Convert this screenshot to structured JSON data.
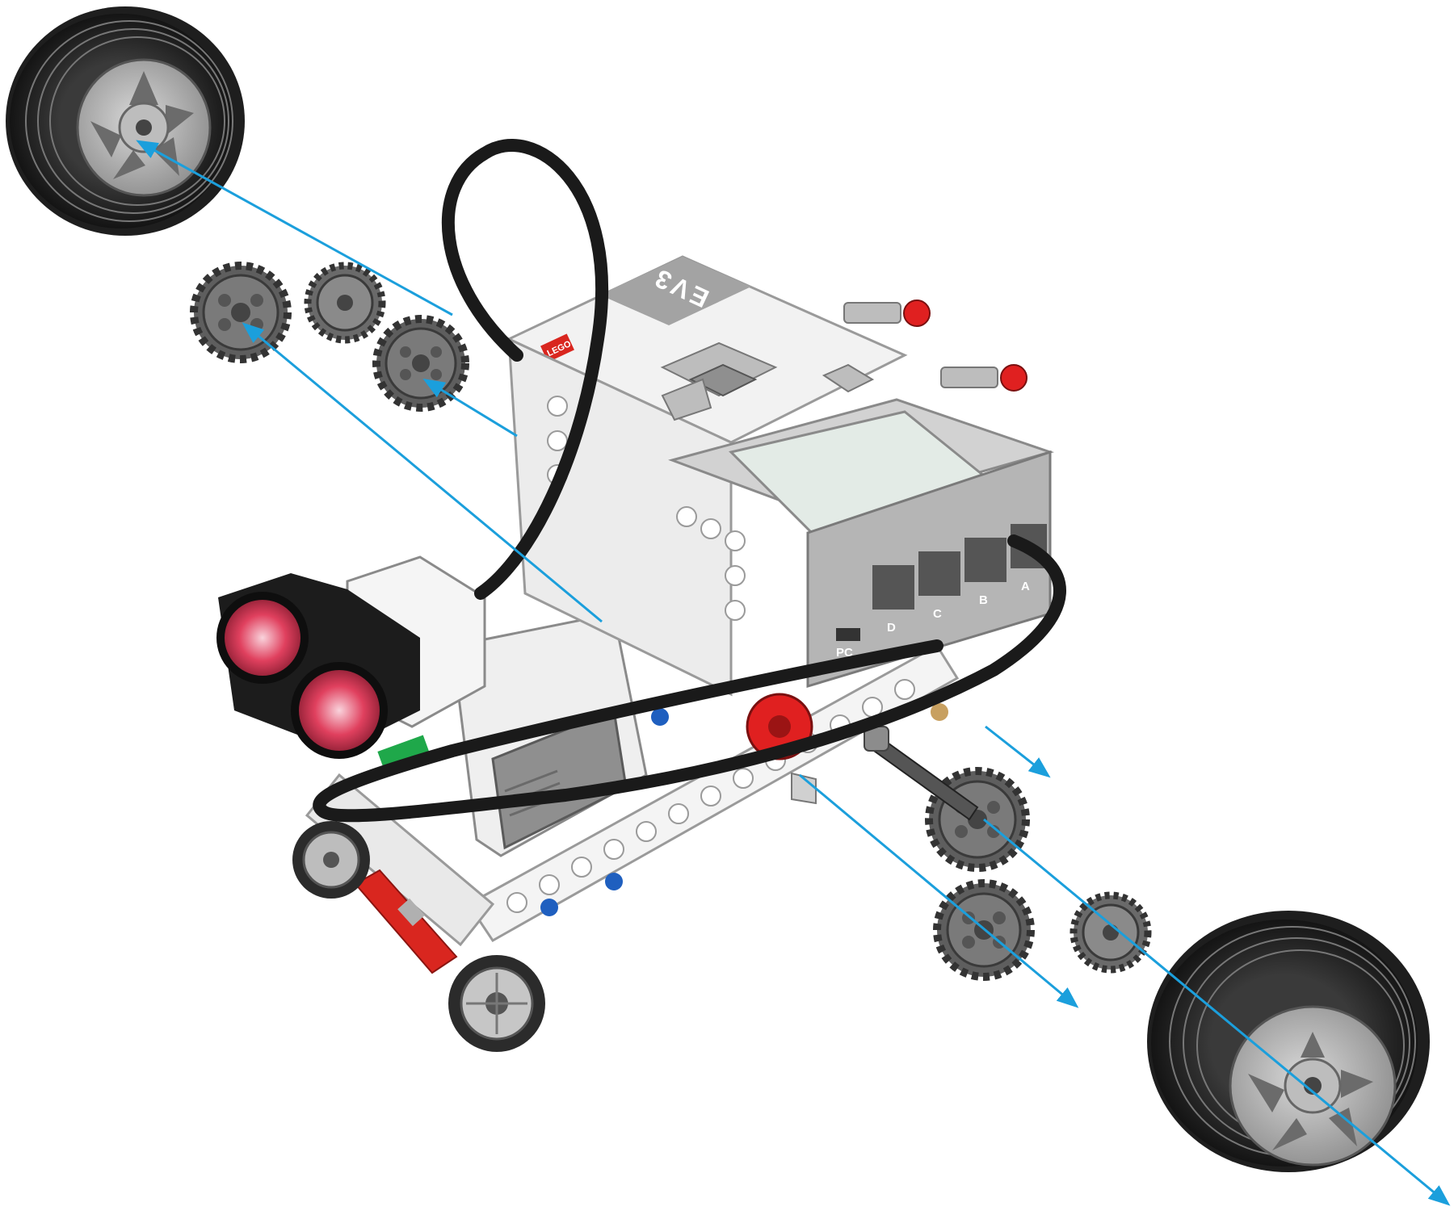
{
  "diagram": {
    "brick_label": "EV3",
    "brand_label": "LEGO",
    "ports": [
      "D",
      "C",
      "B",
      "A"
    ],
    "pc_label": "PC"
  },
  "colors": {
    "arrow": "#1b9fdc",
    "tire": "#2b2b2b",
    "rim": "#8f8f8f",
    "gear": "#6f6f6f",
    "brick_body": "#f1f1f1",
    "brick_panel": "#a9a9a9",
    "screen": "#e3ebe6",
    "cable": "#1a1a1a",
    "accent_red": "#e02020",
    "accent_blue": "#1f5fbf",
    "accent_green": "#1fa84a"
  }
}
